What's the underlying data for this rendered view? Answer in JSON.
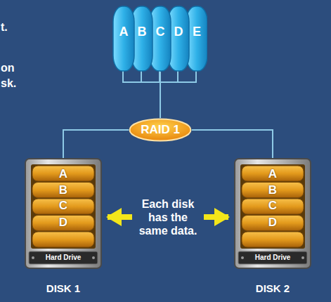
{
  "diagram": {
    "nodes": [
      {
        "text": [
          "A",
          "B",
          "C",
          "D",
          "E"
        ]
      },
      {
        "text": [
          "RAID 1"
        ]
      },
      {
        "text": [
          "A",
          "B",
          "C",
          "D",
          "Hard Drive",
          "DISK 1"
        ]
      },
      {
        "text": [
          "A",
          "B",
          "C",
          "D",
          "Hard Drive",
          "DISK 2"
        ]
      }
    ],
    "edges": [
      {
        "from": 0,
        "to": 1,
        "arrow": "none"
      },
      {
        "from": 1,
        "to": 2,
        "arrow": "none"
      },
      {
        "from": 1,
        "to": 3,
        "arrow": "none"
      },
      {
        "from": 2,
        "to": 3,
        "arrow": "both",
        "label": "Each disk has the same data."
      }
    ],
    "labels": [
      "t.",
      "on",
      "sk."
    ]
  }
}
